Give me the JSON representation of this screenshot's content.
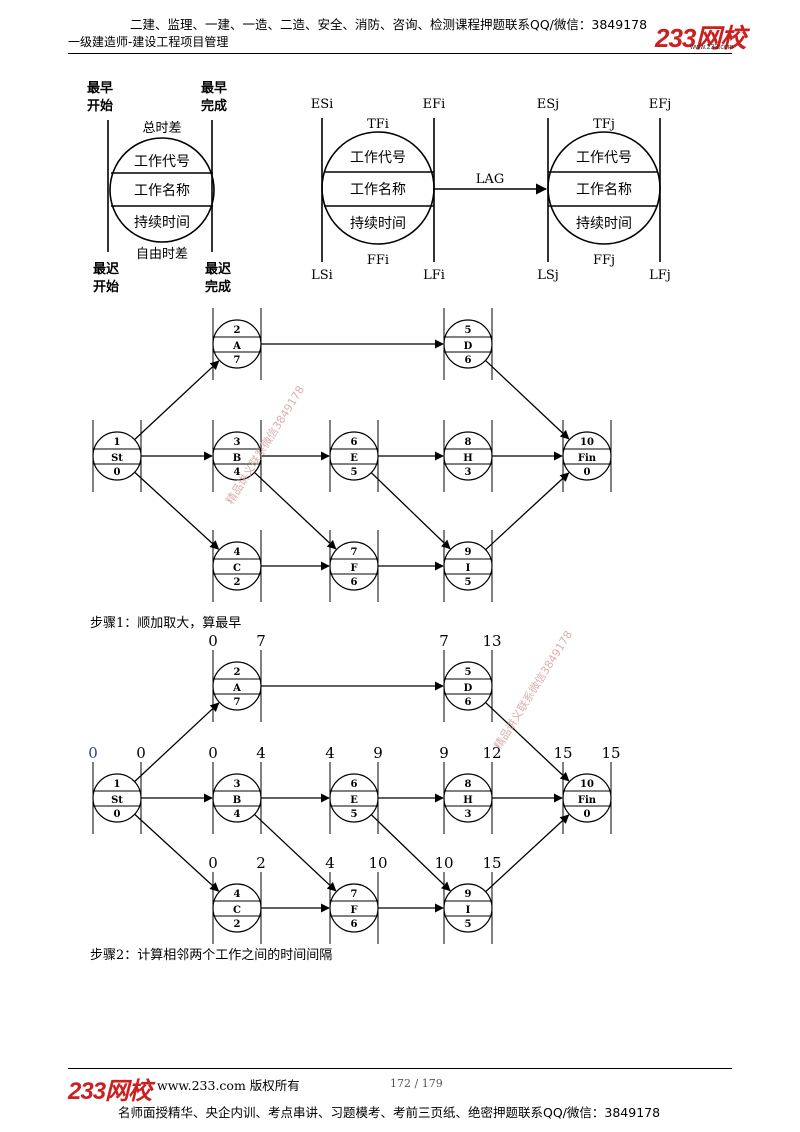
{
  "header": {
    "ad_text": "二建、监理、一建、一造、二造、安全、消防、咨询、检测课程押题联系QQ/微信：3849178",
    "subtitle": "一级建造师-建设工程项目管理",
    "logo": "233网校",
    "logo_url": "www.233.com"
  },
  "legend_left": {
    "es": "最早\n开始",
    "ef": "最早\n完成",
    "ls": "最迟\n开始",
    "lf": "最迟\n完成",
    "tf": "总时差",
    "ff": "自由时差",
    "row1": "工作代号",
    "row2": "工作名称",
    "row3": "持续时间"
  },
  "legend_right": {
    "node_i": {
      "es": "ESi",
      "ef": "EFi",
      "ls": "LSi",
      "lf": "LFi",
      "tf": "TFi",
      "ff": "FFi"
    },
    "node_j": {
      "es": "ESj",
      "ef": "EFj",
      "ls": "LSj",
      "lf": "LFj",
      "tf": "TFj",
      "ff": "FFj"
    },
    "lag": "LAG",
    "rows": [
      "工作代号",
      "工作名称",
      "持续时间"
    ]
  },
  "network": {
    "nodes": [
      {
        "id": "1",
        "name": "St",
        "dur": "0"
      },
      {
        "id": "2",
        "name": "A",
        "dur": "7"
      },
      {
        "id": "3",
        "name": "B",
        "dur": "4"
      },
      {
        "id": "4",
        "name": "C",
        "dur": "2"
      },
      {
        "id": "5",
        "name": "D",
        "dur": "6"
      },
      {
        "id": "6",
        "name": "E",
        "dur": "5"
      },
      {
        "id": "7",
        "name": "F",
        "dur": "6"
      },
      {
        "id": "8",
        "name": "H",
        "dur": "3"
      },
      {
        "id": "9",
        "name": "I",
        "dur": "5"
      },
      {
        "id": "10",
        "name": "Fin",
        "dur": "0"
      }
    ],
    "edges": [
      [
        "1",
        "2"
      ],
      [
        "1",
        "3"
      ],
      [
        "1",
        "4"
      ],
      [
        "2",
        "5"
      ],
      [
        "3",
        "6"
      ],
      [
        "3",
        "7"
      ],
      [
        "4",
        "7"
      ],
      [
        "6",
        "8"
      ],
      [
        "6",
        "9"
      ],
      [
        "7",
        "9"
      ],
      [
        "5",
        "10"
      ],
      [
        "8",
        "10"
      ],
      [
        "9",
        "10"
      ]
    ]
  },
  "step1": "步骤1：顺加取大，算最早",
  "step2": "步骤2：计算相邻两个工作之间的时间间隔",
  "early_times": {
    "1": [
      "0",
      "0"
    ],
    "2": [
      "0",
      "7"
    ],
    "3": [
      "0",
      "4"
    ],
    "4": [
      "0",
      "2"
    ],
    "5": [
      "7",
      "13"
    ],
    "6": [
      "4",
      "9"
    ],
    "7": [
      "4",
      "10"
    ],
    "8": [
      "9",
      "12"
    ],
    "9": [
      "10",
      "15"
    ],
    "10": [
      "15",
      "15"
    ]
  },
  "watermark": "精品讲义联系微信3849178",
  "footer": {
    "logo": "233网校",
    "copyright": "www.233.com 版权所有",
    "page": "172 / 179",
    "ad_text": "名师面授精华、央企内训、考点串讲、习题模考、考前三页纸、绝密押题联系QQ/微信：3849178"
  }
}
